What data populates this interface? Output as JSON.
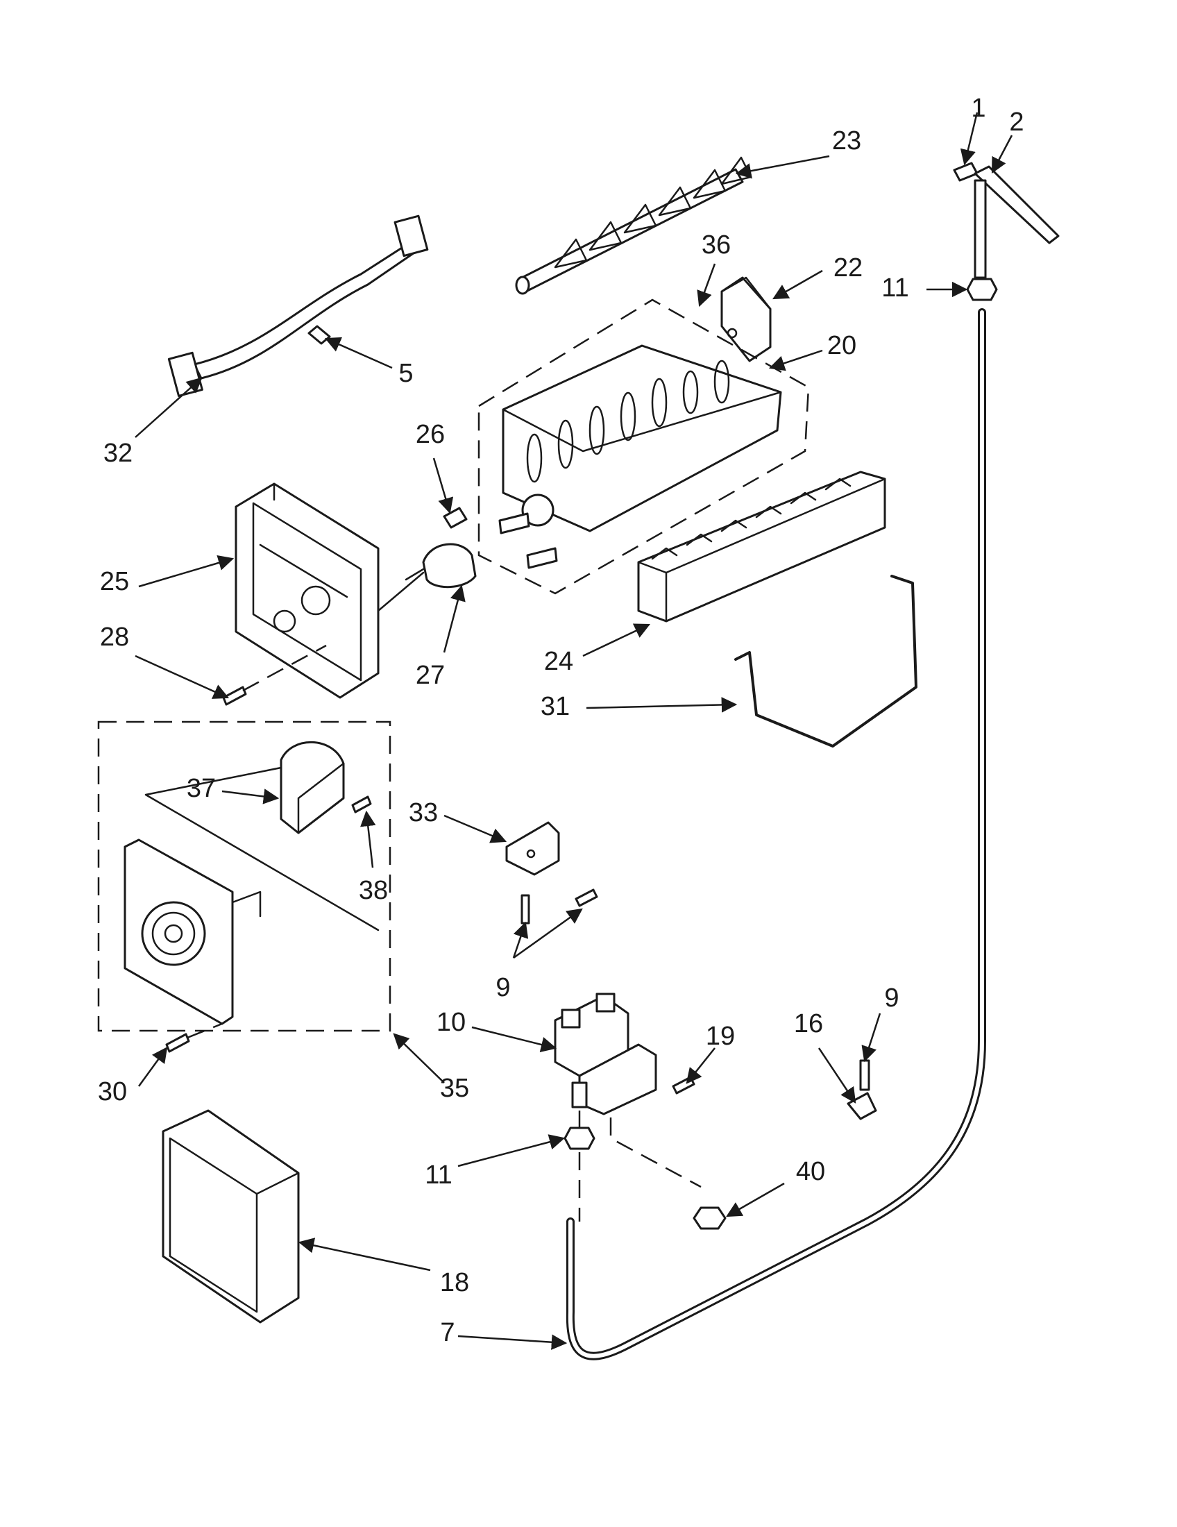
{
  "callouts": [
    {
      "id": "c1",
      "label": "1"
    },
    {
      "id": "c2",
      "label": "2"
    },
    {
      "id": "c23",
      "label": "23"
    },
    {
      "id": "c36",
      "label": "36"
    },
    {
      "id": "c22",
      "label": "22"
    },
    {
      "id": "c11a",
      "label": "11"
    },
    {
      "id": "c20",
      "label": "20"
    },
    {
      "id": "c5",
      "label": "5"
    },
    {
      "id": "c32",
      "label": "32"
    },
    {
      "id": "c26",
      "label": "26"
    },
    {
      "id": "c25",
      "label": "25"
    },
    {
      "id": "c28",
      "label": "28"
    },
    {
      "id": "c27",
      "label": "27"
    },
    {
      "id": "c24",
      "label": "24"
    },
    {
      "id": "c31",
      "label": "31"
    },
    {
      "id": "c37",
      "label": "37"
    },
    {
      "id": "c33",
      "label": "33"
    },
    {
      "id": "c38",
      "label": "38"
    },
    {
      "id": "c9a",
      "label": "9"
    },
    {
      "id": "c9b",
      "label": "9"
    },
    {
      "id": "c10",
      "label": "10"
    },
    {
      "id": "c16",
      "label": "16"
    },
    {
      "id": "c19",
      "label": "19"
    },
    {
      "id": "c30",
      "label": "30"
    },
    {
      "id": "c35",
      "label": "35"
    },
    {
      "id": "c11b",
      "label": "11"
    },
    {
      "id": "c40",
      "label": "40"
    },
    {
      "id": "c18",
      "label": "18"
    },
    {
      "id": "c7",
      "label": "7"
    }
  ]
}
